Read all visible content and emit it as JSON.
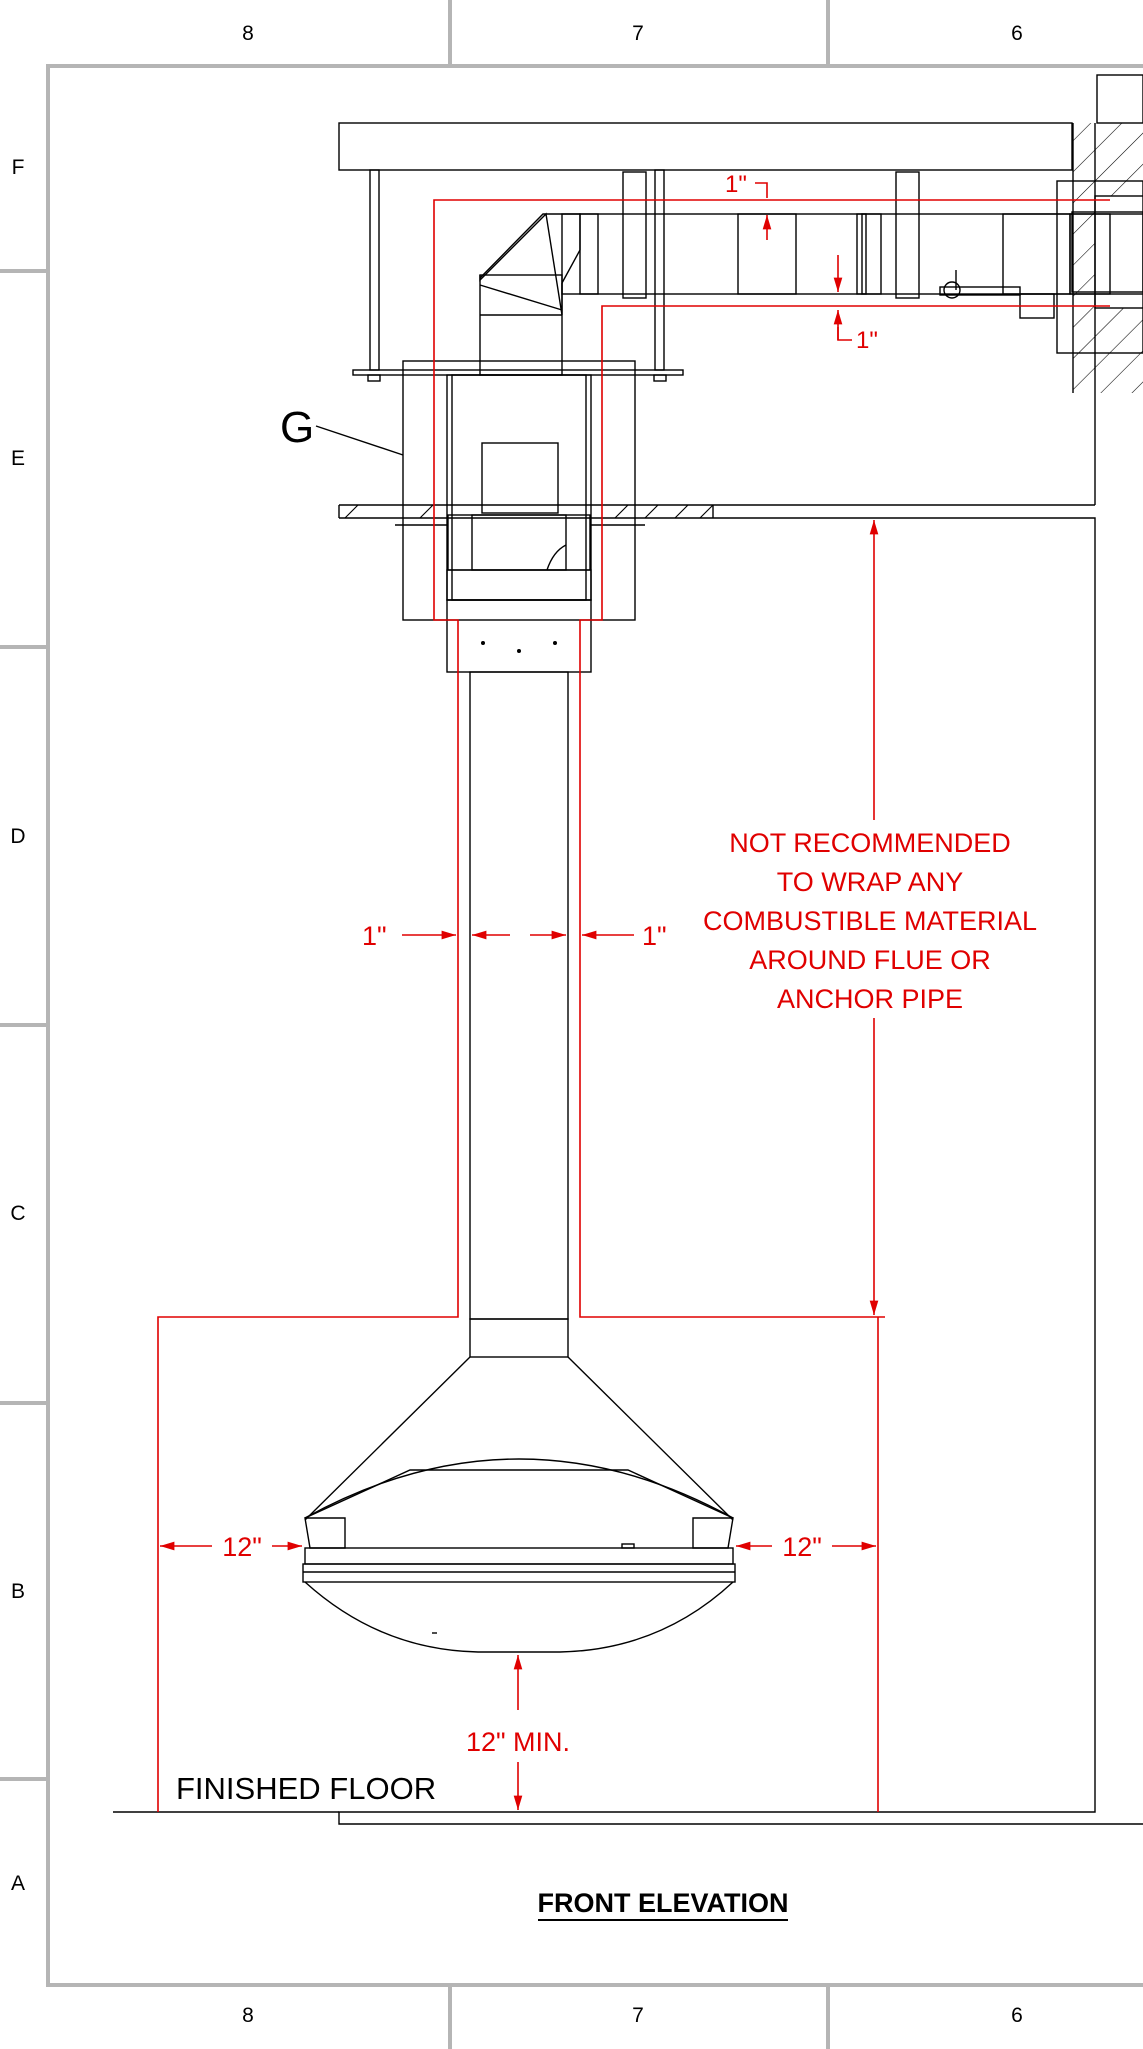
{
  "border": {
    "top_columns": [
      "8",
      "7",
      "6"
    ],
    "bottom_columns": [
      "8",
      "7",
      "6"
    ],
    "rows": [
      "F",
      "E",
      "D",
      "C",
      "B",
      "A"
    ]
  },
  "callouts": {
    "detail_g": "G",
    "finished_floor": "FINISHED FLOOR",
    "view_title": "FRONT ELEVATION"
  },
  "dimensions": {
    "top_vent_clearance": "1\"",
    "bottom_vent_clearance": "1\"",
    "flue_left_clearance": "1\"",
    "flue_right_clearance": "1\"",
    "hood_left_clearance": "12\"",
    "hood_right_clearance": "12\"",
    "floor_clearance": "12\" MIN."
  },
  "warning_note": [
    "NOT RECOMMENDED",
    "TO WRAP ANY",
    "COMBUSTIBLE MATERIAL",
    "AROUND FLUE OR",
    "ANCHOR PIPE"
  ],
  "colors": {
    "drawing_line": "#000000",
    "dimension_red": "#e00000",
    "frame_gray": "#b5b5b5"
  }
}
